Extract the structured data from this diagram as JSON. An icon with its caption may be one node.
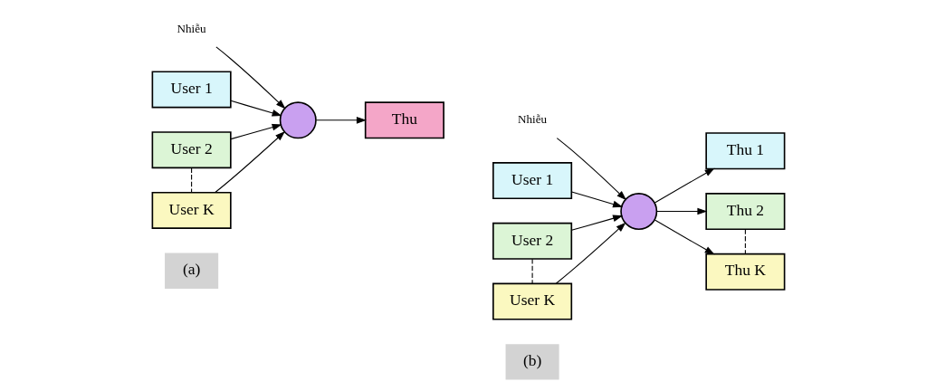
{
  "diagram": {
    "nodes": [
      {
        "text": [
          "Nhiễu"
        ]
      },
      {
        "text": [
          "User 1"
        ]
      },
      {
        "text": [
          "User 2"
        ]
      },
      {
        "text": [
          "User K"
        ]
      },
      {
        "text": [],
        "shape": "circle"
      },
      {
        "text": [
          "Thu"
        ]
      },
      {
        "text": [
          "Nhiễu"
        ]
      },
      {
        "text": [
          "User 1"
        ]
      },
      {
        "text": [
          "User 2"
        ]
      },
      {
        "text": [
          "User K"
        ]
      },
      {
        "text": [],
        "shape": "circle"
      },
      {
        "text": [
          "Thu 1"
        ]
      },
      {
        "text": [
          "Thu 2"
        ]
      },
      {
        "text": [
          "Thu K"
        ]
      }
    ],
    "edges": [
      {
        "from": 0,
        "to": 4,
        "arrow": "to"
      },
      {
        "from": 1,
        "to": 4,
        "arrow": "to"
      },
      {
        "from": 2,
        "to": 4,
        "arrow": "to"
      },
      {
        "from": 3,
        "to": 4,
        "arrow": "to"
      },
      {
        "from": 4,
        "to": 5,
        "arrow": "to"
      },
      {
        "from": 2,
        "to": 3,
        "arrow": "none",
        "style": "dashed"
      },
      {
        "from": 6,
        "to": 10,
        "arrow": "to"
      },
      {
        "from": 7,
        "to": 10,
        "arrow": "to"
      },
      {
        "from": 8,
        "to": 10,
        "arrow": "to"
      },
      {
        "from": 9,
        "to": 10,
        "arrow": "to"
      },
      {
        "from": 10,
        "to": 11,
        "arrow": "to"
      },
      {
        "from": 10,
        "to": 12,
        "arrow": "to"
      },
      {
        "from": 10,
        "to": 13,
        "arrow": "to"
      },
      {
        "from": 8,
        "to": 9,
        "arrow": "none",
        "style": "dashed"
      },
      {
        "from": 12,
        "to": 13,
        "arrow": "none",
        "style": "dashed"
      }
    ],
    "labels": [
      "(a)",
      "(b)"
    ]
  }
}
